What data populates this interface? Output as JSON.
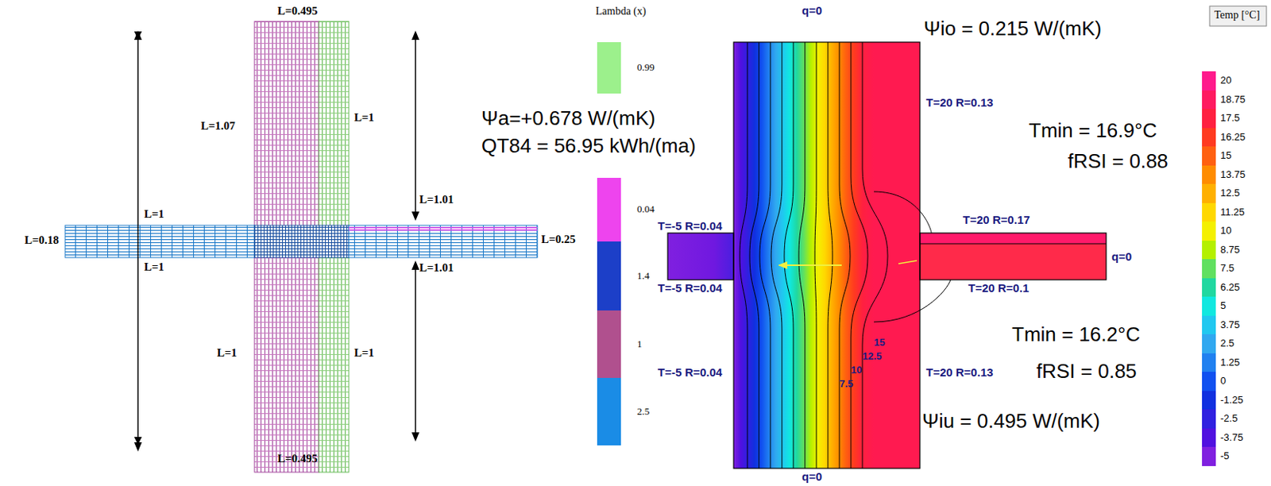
{
  "diagram": {
    "labels": [
      "L=0.495",
      "L=1.07",
      "L=1",
      "L=1.01",
      "L=1",
      "L=0.18",
      "L=0.25",
      "L=1",
      "L=1.01",
      "L=1",
      "L=1",
      "L=0.495",
      "Lambda (x)",
      "Ψa=+0.678 W/(mK)",
      "QT84 = 56.95 kWh/(ma)",
      "q=0",
      "Ψio = 0.215 W/(mK)",
      "T=20 R=0.13",
      "Tmin = 16.9°C",
      "fRSI = 0.88",
      "T=20 R=0.17",
      "T=-5 R=0.04",
      "q=0",
      "T=-5 R=0.04",
      "T=20 R=0.1",
      "Tmin = 16.2°C",
      "T=-5 R=0.04",
      "T=20 R=0.13",
      "fRSI = 0.85",
      "Ψiu = 0.495 W/(mK)",
      "q=0",
      "15",
      "12.5",
      "10",
      "7.5",
      "Temp [°C]"
    ],
    "legend": [
      {
        "text": "0.99",
        "color": "#9cf08c"
      },
      {
        "text": "0.04",
        "color": "#ee44ee"
      },
      {
        "text": "1.4",
        "color": "#1c3fc8"
      },
      {
        "text": "1",
        "color": "#b0508e"
      },
      {
        "text": "2.5",
        "color": "#1a8ce6"
      },
      {
        "text": "20",
        "color": "#ff1a8c"
      },
      {
        "text": "18.75",
        "color": "#ff1a60"
      },
      {
        "text": "17.5",
        "color": "#ff2040"
      },
      {
        "text": "16.25",
        "color": "#ff3a20"
      },
      {
        "text": "15",
        "color": "#ff6010"
      },
      {
        "text": "13.75",
        "color": "#ff8c00"
      },
      {
        "text": "12.5",
        "color": "#ffb000"
      },
      {
        "text": "11.25",
        "color": "#ffd800"
      },
      {
        "text": "10",
        "color": "#f4f000"
      },
      {
        "text": "8.75",
        "color": "#b4f000"
      },
      {
        "text": "7.5",
        "color": "#60e060"
      },
      {
        "text": "6.25",
        "color": "#20d8a0"
      },
      {
        "text": "5",
        "color": "#10e8e0"
      },
      {
        "text": "3.75",
        "color": "#20c8f0"
      },
      {
        "text": "2.5",
        "color": "#30a8f0"
      },
      {
        "text": "1.25",
        "color": "#2080f0"
      },
      {
        "text": "0",
        "color": "#1050f0"
      },
      {
        "text": "-1.25",
        "color": "#1030e0"
      },
      {
        "text": "-2.5",
        "color": "#3020e0"
      },
      {
        "text": "-3.75",
        "color": "#5010e0"
      },
      {
        "text": "-5",
        "color": "#8020e0"
      }
    ]
  }
}
